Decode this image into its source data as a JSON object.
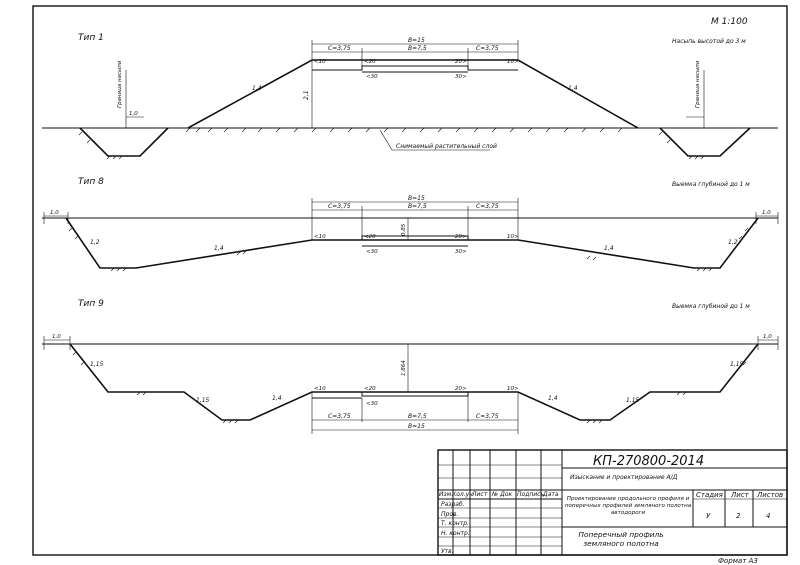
{
  "scale": "М 1:100",
  "sections": [
    {
      "title": "Тип 1",
      "note": "Насыпь высотой до 3 м",
      "dims": {
        "c_left": "С=3,75",
        "b": "В=7,5",
        "c_right": "С=3,75",
        "total": "В=15",
        "height": "2,1"
      },
      "slopes": [
        "1,4",
        "1,4"
      ],
      "edge_dims": [
        "1,0"
      ],
      "crossfall": [
        "<10",
        "<20",
        "<30",
        "20>",
        "30>",
        "10>"
      ],
      "boundary": [
        "Граница насыпи",
        "Граница насыпи"
      ],
      "ground_label": "Снимаемый растительный слой"
    },
    {
      "title": "Тип 8",
      "note": "Выемка глубиной до 1 м",
      "dims": {
        "c_left": "С=3,75",
        "b": "В=7,5",
        "c_right": "С=3,75",
        "total": "В=15",
        "height": "0,85"
      },
      "slopes": [
        "1,2",
        "1,4",
        "1,4",
        "1,2"
      ],
      "edge_dims": [
        "1,0",
        "1,0"
      ],
      "crossfall": [
        "<10",
        "<20",
        "<30",
        "20>",
        "30>",
        "10>"
      ]
    },
    {
      "title": "Тип 9",
      "note": "Выемка глубиной до 1 м",
      "dims": {
        "c_left": "С=3,75",
        "b": "В=7,5",
        "c_right": "С=3,75",
        "total": "В=15",
        "height": "1,864"
      },
      "slopes": [
        "1,15",
        "1,15",
        "1,4",
        "1,4",
        "1,15",
        "1,15"
      ],
      "edge_dims": [
        "1,0",
        "1,0"
      ],
      "crossfall": [
        "<10",
        "<20",
        "<30",
        "20>",
        "10>"
      ]
    }
  ],
  "stamp": {
    "doc_code": "КП-270800-2014",
    "subtitle": "Изыскание и проектирование А/Д",
    "header": [
      "Изм.",
      "Кол.уч",
      "Лист",
      "№ Док",
      "Подпись",
      "Дата"
    ],
    "roles": [
      "Разраб.",
      "Пров.",
      "Т. контр.",
      "Н. контр.",
      "Утв."
    ],
    "project_title": "Проектирование продольного профиля и поперечных профилей земляного полотна автодороги",
    "stage_label": "Стадия",
    "sheet_label": "Лист",
    "sheets_label": "Листов",
    "stage": "У",
    "sheet": "2",
    "sheets": "4",
    "drawing_title": "Поперечный профиль земляного полотна"
  },
  "format": "Формат А3"
}
